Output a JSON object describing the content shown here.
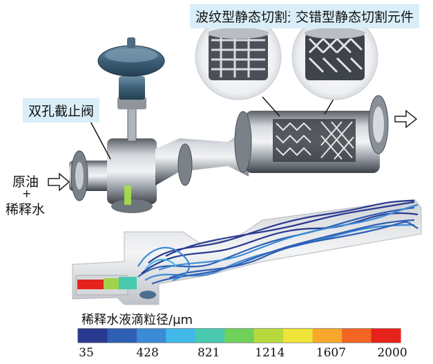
{
  "labels": {
    "valve": "双孔截止阀",
    "corrugated_element": "波纹型静态切割元件",
    "staggered_element": "交错型静态切割元件",
    "inlet_crude": "原油",
    "inlet_plus": "+",
    "inlet_water": "稀释水"
  },
  "colorbar": {
    "title": "稀释水液滴粒径/μm",
    "ticks": [
      "35",
      "428",
      "821",
      "1214",
      "1607",
      "2000"
    ],
    "colors": [
      "#2a3990",
      "#2f5fb3",
      "#3a8ad6",
      "#40b8e8",
      "#49c9b0",
      "#6fd05a",
      "#b8d93c",
      "#f0e33a",
      "#f7a72c",
      "#f26522",
      "#e6221c"
    ]
  },
  "icons": [
    "inlet-arrow-icon",
    "outlet-arrow-icon"
  ]
}
